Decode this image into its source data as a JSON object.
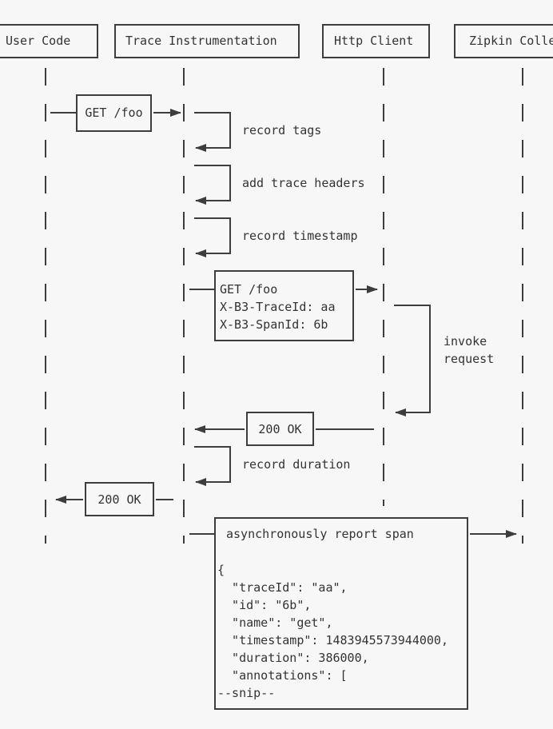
{
  "colors": {
    "background": "#f7f7f7",
    "line": "#3d3d3d",
    "text": "#333333"
  },
  "participants": [
    {
      "label": "User Code"
    },
    {
      "label": "Trace Instrumentation"
    },
    {
      "label": "Http Client"
    },
    {
      "label": "Zipkin Collector"
    }
  ],
  "flow": {
    "get_foo": "GET /foo",
    "record_tags": "record tags",
    "add_trace_headers": "add trace headers",
    "record_timestamp": "record timestamp",
    "http_request_lines": [
      "GET /foo",
      "X-B3-TraceId: aa",
      "X-B3-SpanId: 6b"
    ],
    "invoke_request_lines": [
      "invoke",
      "request"
    ],
    "http_response": "200 OK",
    "record_duration": "record duration",
    "user_response": "200 OK",
    "report_span_title": "asynchronously report span",
    "span_json_lines": [
      "{",
      "  \"traceId\": \"aa\",",
      "  \"id\": \"6b\",",
      "  \"name\": \"get\",",
      "  \"timestamp\": 1483945573944000,",
      "  \"duration\": 386000,",
      "  \"annotations\": [",
      "--snip--"
    ]
  }
}
